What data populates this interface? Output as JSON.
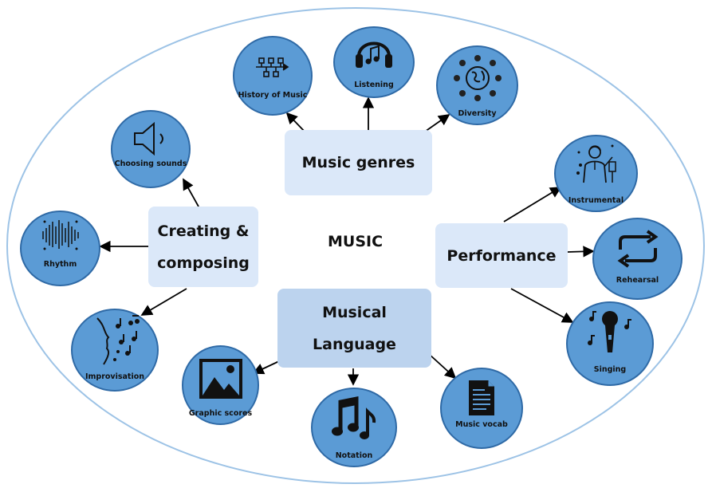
{
  "center": {
    "label": "MUSIC"
  },
  "hubs": {
    "genres": {
      "label": "Music genres"
    },
    "creating": {
      "line1": "Creating &",
      "line2": "composing"
    },
    "performance": {
      "label": "Performance"
    },
    "language": {
      "line1": "Musical",
      "line2": "Language"
    }
  },
  "nodes": {
    "history": "History of Music",
    "listening": "Listening",
    "diversity": "Diversity",
    "choosing": "Choosing sounds",
    "rhythm": "Rhythm",
    "improvisation": "Improvisation",
    "graphic": "Graphic scores",
    "notation": "Notation",
    "vocab": "Music vocab",
    "instrumental": "Instrumental",
    "rehearsal": "Rehearsal",
    "singing": "Singing"
  },
  "icons": [
    "timeline-icon",
    "headphones-icon",
    "globe-people-icon",
    "speaker-icon",
    "soundwave-icon",
    "musical-head-icon",
    "image-icon",
    "music-notes-icon",
    "document-icon",
    "conductor-icon",
    "repeat-icon",
    "microphone-icon"
  ],
  "colors": {
    "node_fill": "#5b9bd5",
    "node_border": "#2f6aa6",
    "hub_light": "#dbe8f9",
    "hub_dark": "#bcd3ee",
    "ellipse_border": "#9dc3e6"
  }
}
